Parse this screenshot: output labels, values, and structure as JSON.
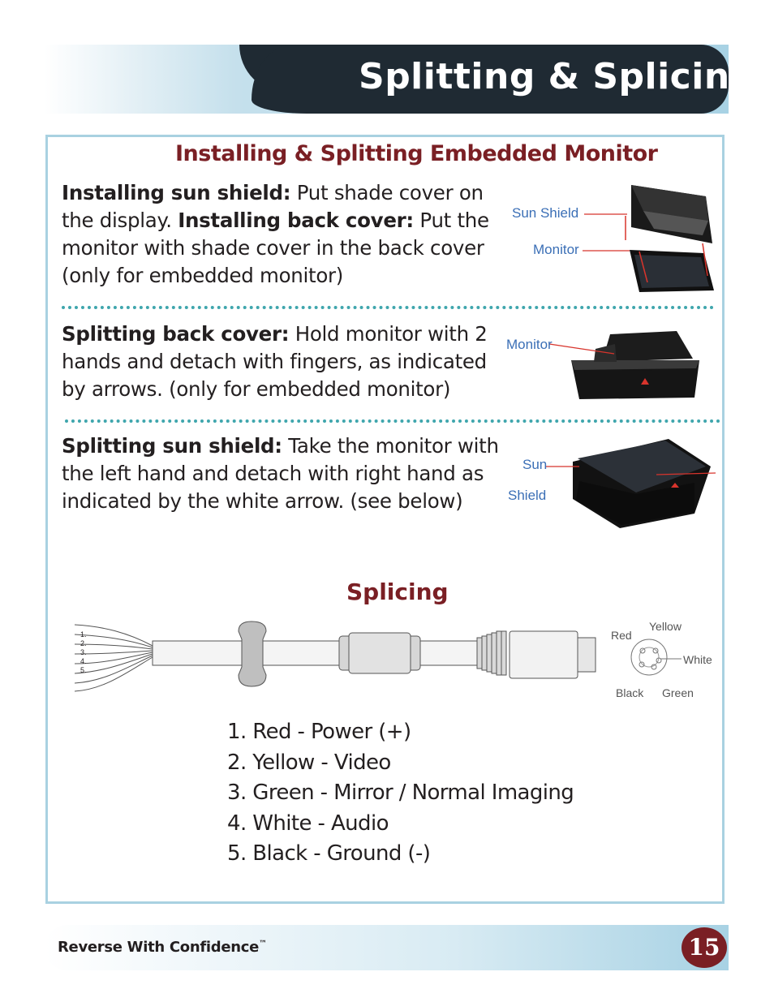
{
  "header": {
    "title": "Splitting & Splicing"
  },
  "install_section": {
    "heading": "Installing & Splitting Embedded Monitor",
    "p1": {
      "b1": "Installing sun shield:",
      "t1": " Put shade cover on the display. ",
      "b2": "Installing back cover:",
      "t2": " Put the monitor with shade cover in the back cover (only for embedded monitor)"
    },
    "p2": {
      "b1": "Splitting back cover:",
      "t1": " Hold monitor with 2 hands and detach with fingers, as indicated by arrows. (only for embedded monitor)"
    },
    "p3": {
      "b1": "Splitting sun shield:",
      "t1": " Take the monitor with the left hand and detach with right hand as indicated by the white arrow. (see below)"
    },
    "photo1_labels": {
      "sun_shield": "Sun Shield",
      "monitor": "Monitor"
    },
    "photo2_labels": {
      "monitor": "Monitor"
    },
    "photo3_labels": {
      "sun": "Sun",
      "shield": "Shield"
    }
  },
  "splicing_section": {
    "heading": "Splicing",
    "wire_numbers": [
      "1.",
      "2.",
      "3.",
      "4.",
      "5."
    ],
    "pin_labels": {
      "red": "Red",
      "yellow": "Yellow",
      "white": "White",
      "black": "Black",
      "green": "Green"
    },
    "wires": [
      "1. Red - Power (+)",
      "2. Yellow - Video",
      "3. Green - Mirror / Normal Imaging",
      "4. White - Audio",
      "5. Black - Ground (-)"
    ]
  },
  "footer": {
    "brand": "Reverse With Confidence",
    "trademark": "™",
    "page_number": "15"
  },
  "colors": {
    "accent_dark_red": "#7a1f24",
    "header_dark": "#1f2a33",
    "header_teal": "#2aa4a6",
    "light_blue": "#a9d1e1",
    "label_blue": "#3b6fb6"
  }
}
